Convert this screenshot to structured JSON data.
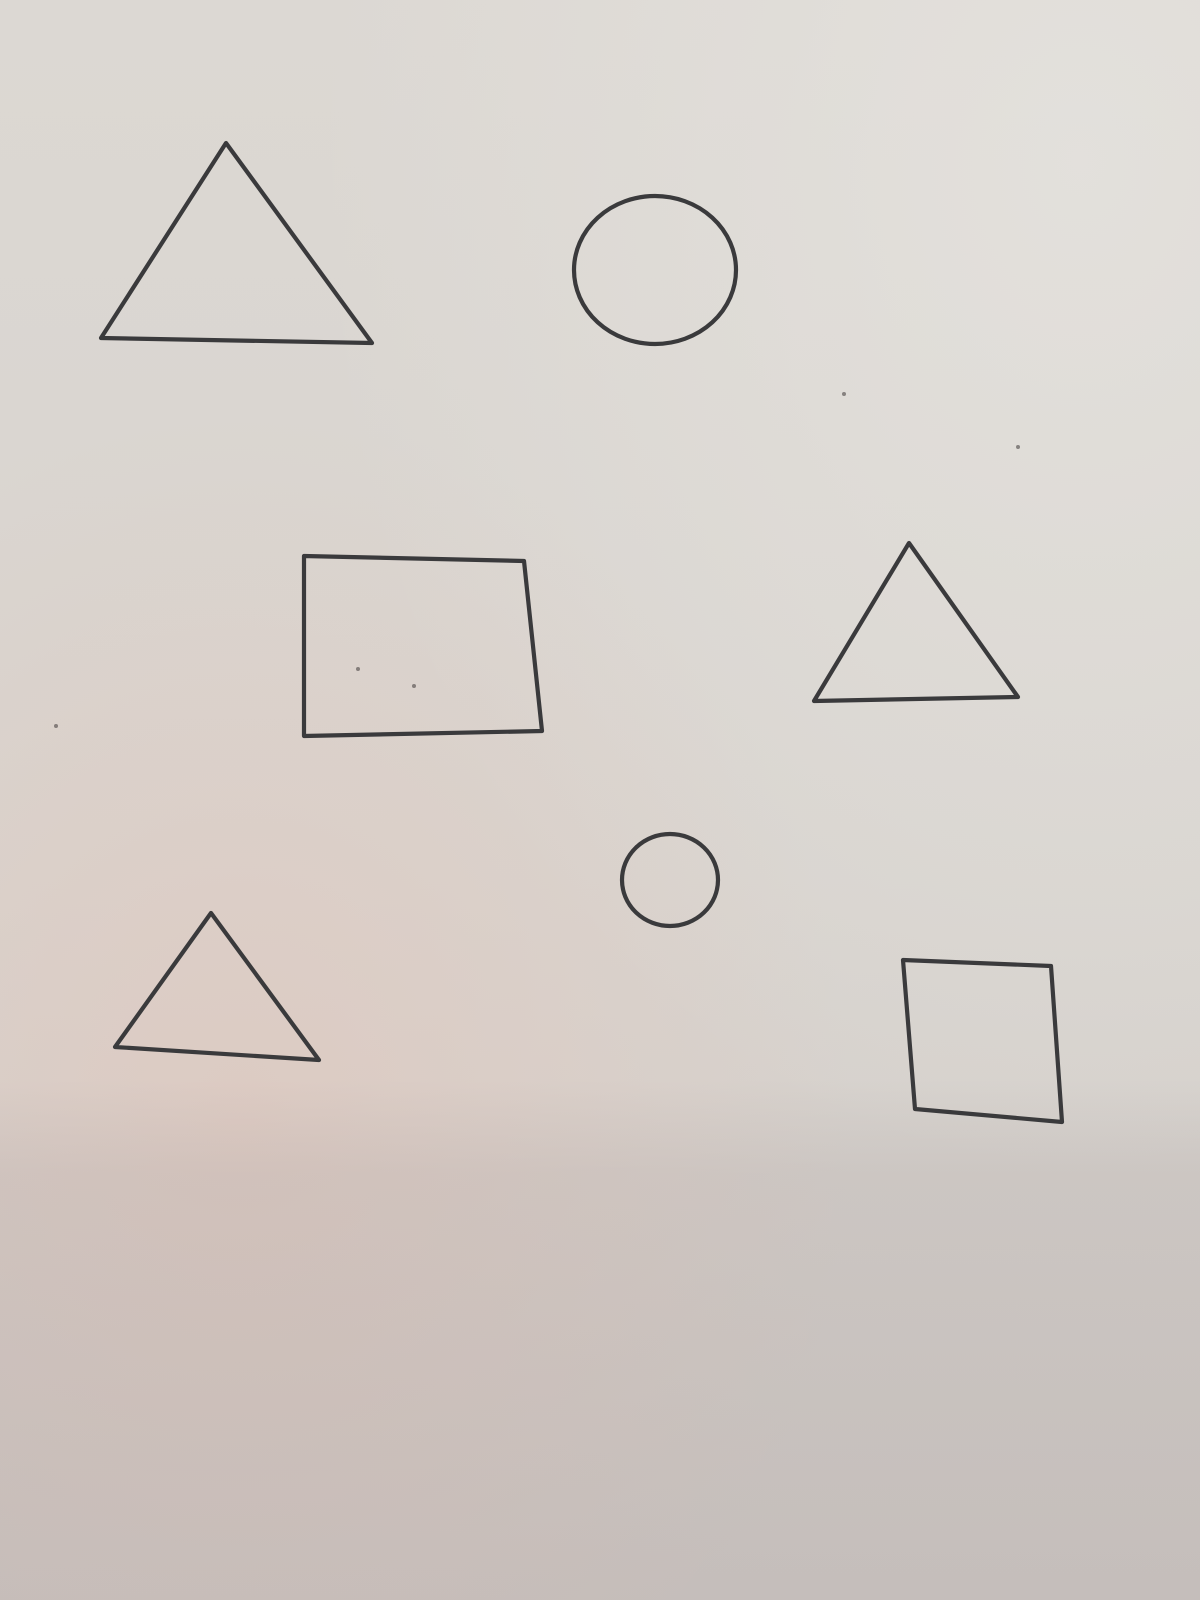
{
  "scene": {
    "description_colors": {
      "paper": "#d8d4cf",
      "pencil": "#3a3a3c"
    },
    "shapes": [
      {
        "type": "triangle",
        "size": "large",
        "icon": "triangle-icon"
      },
      {
        "type": "circle",
        "size": "large",
        "icon": "circle-icon"
      },
      {
        "type": "rectangle",
        "size": "large",
        "icon": "rectangle-icon"
      },
      {
        "type": "triangle",
        "size": "medium",
        "icon": "triangle-icon"
      },
      {
        "type": "circle",
        "size": "small",
        "icon": "circle-icon"
      },
      {
        "type": "triangle",
        "size": "small",
        "icon": "triangle-icon"
      },
      {
        "type": "square",
        "size": "medium",
        "icon": "square-icon"
      }
    ]
  }
}
